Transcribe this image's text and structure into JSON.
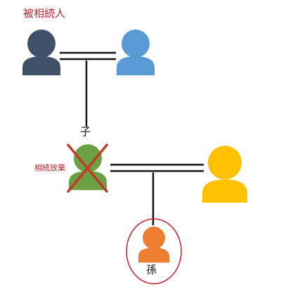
{
  "labels": {
    "decedent": "被相続人",
    "child": "子",
    "renounced": "相続放棄",
    "grandchild": "孫"
  },
  "colors": {
    "decedent": "#3f5168",
    "spouse": "#5b9bd5",
    "child": "#6ba043",
    "child_spouse": "#ffc000",
    "grandchild": "#ed7d31",
    "cross_mark": "#c0392b",
    "highlight_ring": "#c8202a",
    "label_red": "#c8202a",
    "line": "#111111"
  },
  "people": [
    {
      "role": "decedent",
      "icon": "person-icon"
    },
    {
      "role": "spouse",
      "icon": "person-icon"
    },
    {
      "role": "child",
      "icon": "person-icon",
      "renounced": true
    },
    {
      "role": "child-spouse",
      "icon": "person-icon"
    },
    {
      "role": "grandchild",
      "icon": "person-icon",
      "highlighted": true
    }
  ]
}
